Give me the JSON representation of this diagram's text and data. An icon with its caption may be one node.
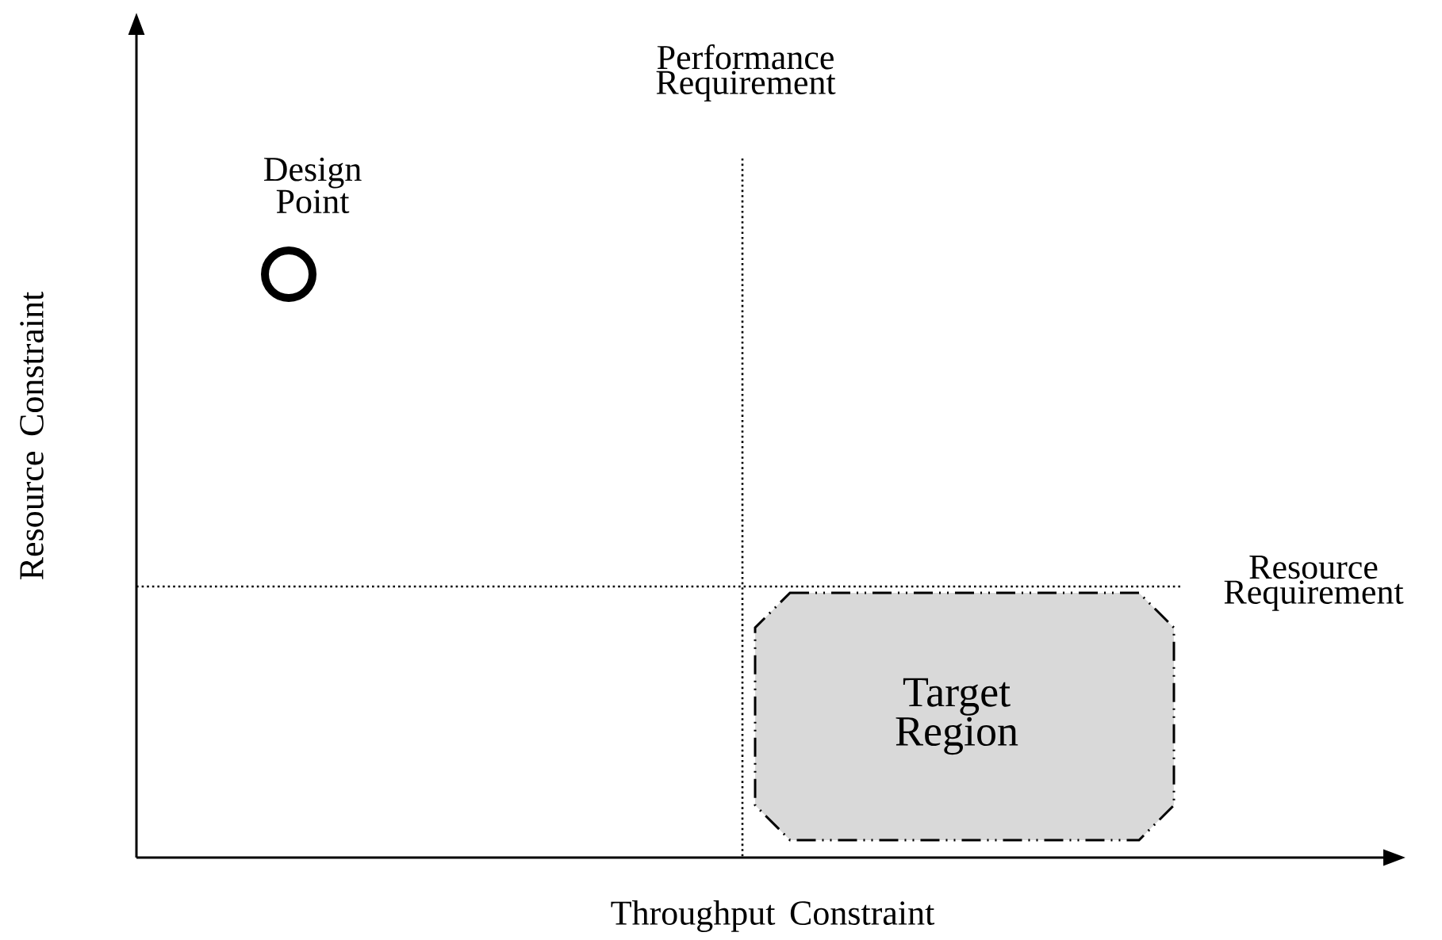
{
  "diagram": {
    "nodes": [
      {
        "text": [],
        "shape": "circle",
        "beside": [
          "Design Point"
        ]
      },
      {
        "text": [
          "Target Region"
        ]
      }
    ],
    "labels": [
      "Performance Requirement",
      "Resource Constraint",
      "Resource Requirement",
      "Throughput Constraint"
    ]
  }
}
